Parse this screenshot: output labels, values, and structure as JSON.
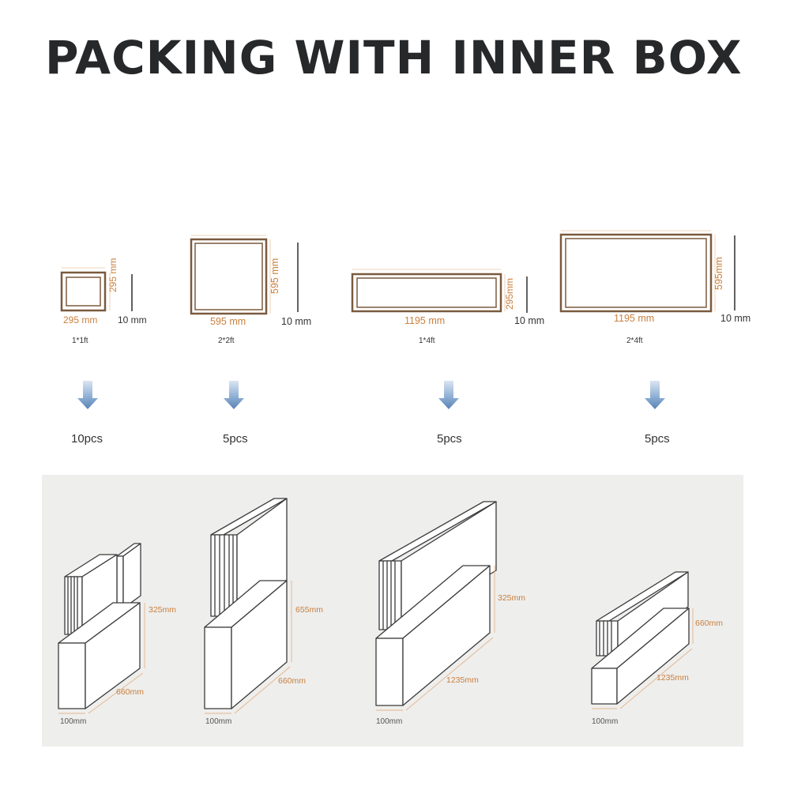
{
  "title": "PACKING WITH INNER BOX",
  "colors": {
    "title": "#26282a",
    "dimension": "#c97f3d",
    "frame": "#7a5a3e",
    "arrow": "#5b82b4",
    "band": "#eeeeed",
    "box_line": "#3a3a3a"
  },
  "panels": [
    {
      "width": "295 mm",
      "height": "295 mm",
      "thickness": "10 mm",
      "size": "1*1ft",
      "count": "10pcs"
    },
    {
      "width": "595 mm",
      "height": "595 mm",
      "thickness": "10 mm",
      "size": "2*2ft",
      "count": "5pcs"
    },
    {
      "width": "1195 mm",
      "height": "295mm",
      "thickness": "10 mm",
      "size": "1*4ft",
      "count": "5pcs"
    },
    {
      "width": "1195 mm",
      "height": "595mm",
      "thickness": "10 mm",
      "size": "2*4ft",
      "count": "5pcs"
    }
  ],
  "boxes": [
    {
      "height": "325mm",
      "length": "660mm",
      "depth": "100mm"
    },
    {
      "height": "655mm",
      "length": "660mm",
      "depth": "100mm"
    },
    {
      "height": "325mm",
      "length": "1235mm",
      "depth": "100mm"
    },
    {
      "height": "660mm",
      "length": "1235mm",
      "depth": "100mm"
    }
  ]
}
